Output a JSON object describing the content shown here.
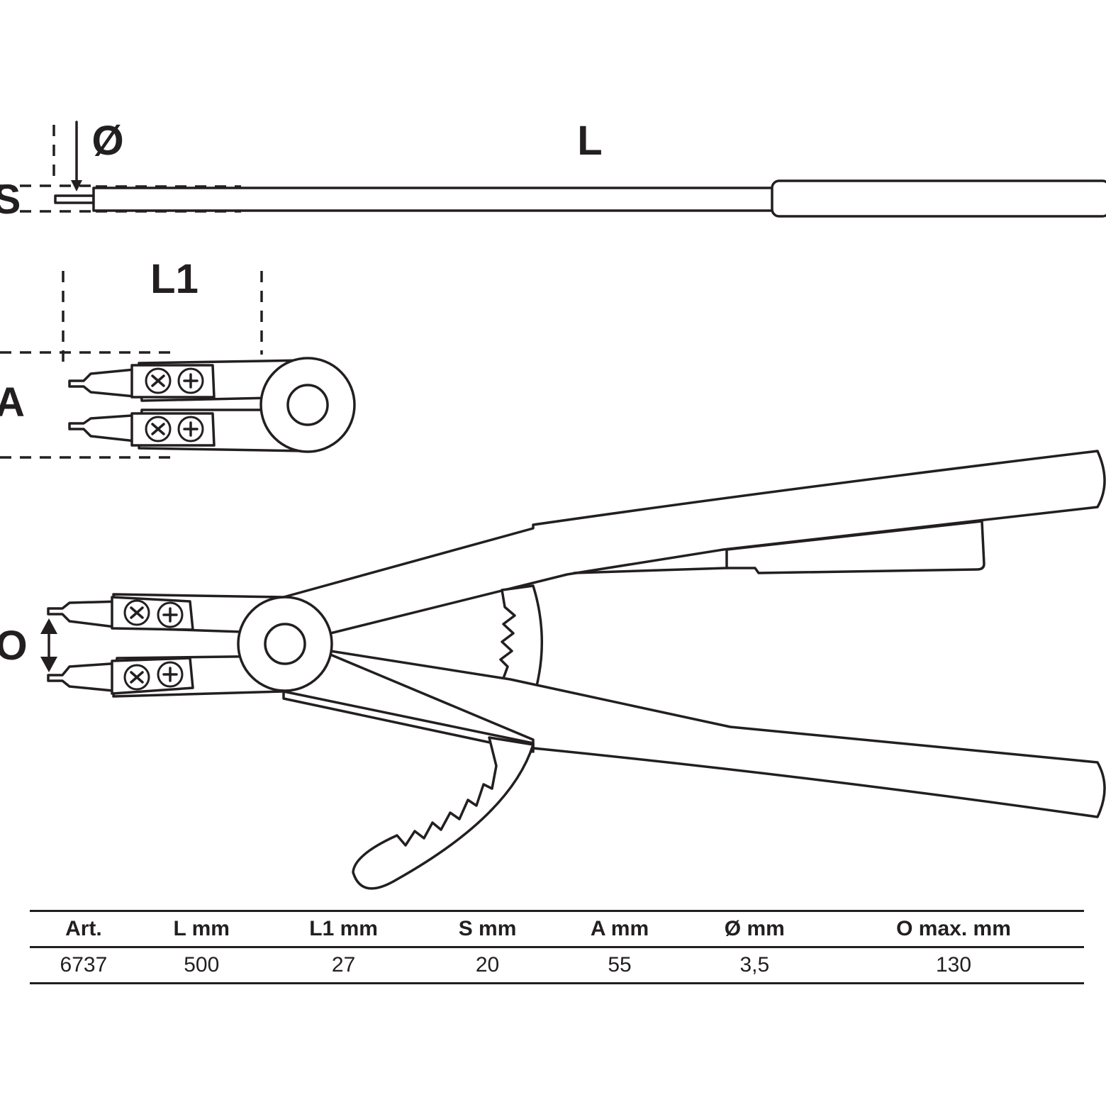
{
  "labels": {
    "diameter": "Ø",
    "length": "L",
    "s": "S",
    "l1": "L1",
    "a": "A",
    "o": "O"
  },
  "table": {
    "headers": [
      "Art.",
      "L   mm",
      "L1   mm",
      "S   mm",
      "A   mm",
      "Ø   mm",
      "O   max.  mm"
    ],
    "rows": [
      [
        "6737",
        "500",
        "27",
        "20",
        "55",
        "3,5",
        "130"
      ]
    ]
  },
  "colors": {
    "line": "#231f20",
    "background": "#ffffff"
  }
}
